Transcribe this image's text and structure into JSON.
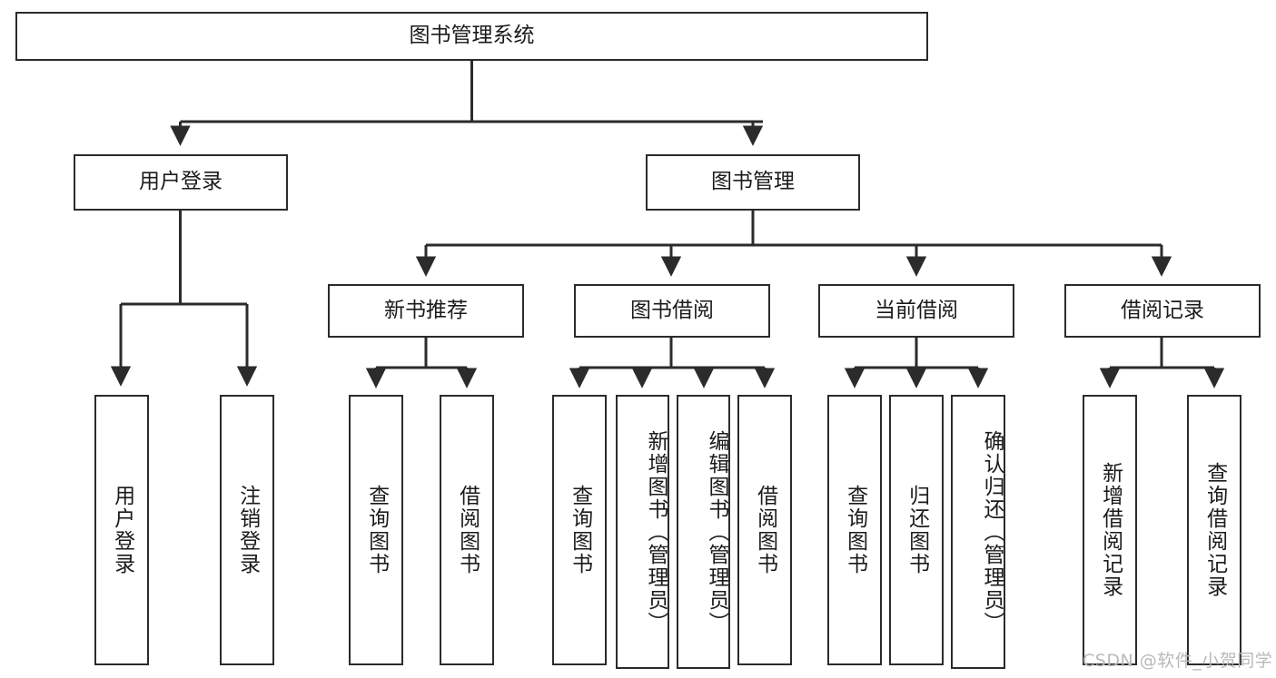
{
  "diagram": {
    "type": "tree",
    "title": "图书管理系统",
    "colors": {
      "stroke": "#2b2b2b",
      "fill": "#ffffff",
      "text": "#1b1b1b",
      "watermark": "#b9b9b9"
    },
    "watermark": "CSDN @软件_小贺同学"
  },
  "nodes": {
    "root": {
      "label": "图书管理系统"
    },
    "level2": [
      {
        "id": "user-login",
        "label": "用户登录"
      },
      {
        "id": "book-manage",
        "label": "图书管理"
      }
    ],
    "level3": [
      {
        "id": "new-book-recommend",
        "label": "新书推荐"
      },
      {
        "id": "book-borrow",
        "label": "图书借阅"
      },
      {
        "id": "current-borrow",
        "label": "当前借阅"
      },
      {
        "id": "borrow-record",
        "label": "借阅记录"
      }
    ],
    "leaves": {
      "user_login": [
        {
          "id": "leaf-user-login",
          "label": "用户登录"
        },
        {
          "id": "leaf-logout",
          "label": "注销登录"
        }
      ],
      "new_book_recommend": [
        {
          "id": "leaf-query-book-1",
          "label": "查询图书"
        },
        {
          "id": "leaf-borrow-book-1",
          "label": "借阅图书"
        }
      ],
      "book_borrow": [
        {
          "id": "leaf-query-book-2",
          "label": "查询图书"
        },
        {
          "id": "leaf-add-book",
          "label": "新增图书（管理员）"
        },
        {
          "id": "leaf-edit-book",
          "label": "编辑图书（管理员）"
        },
        {
          "id": "leaf-borrow-book-2",
          "label": "借阅图书"
        }
      ],
      "current_borrow": [
        {
          "id": "leaf-query-book-3",
          "label": "查询图书"
        },
        {
          "id": "leaf-return-book",
          "label": "归还图书"
        },
        {
          "id": "leaf-confirm-return",
          "label": "确认归还（管理员）"
        }
      ],
      "borrow_record": [
        {
          "id": "leaf-add-record",
          "label": "新增借阅记录"
        },
        {
          "id": "leaf-query-record",
          "label": "查询借阅记录"
        }
      ]
    }
  }
}
